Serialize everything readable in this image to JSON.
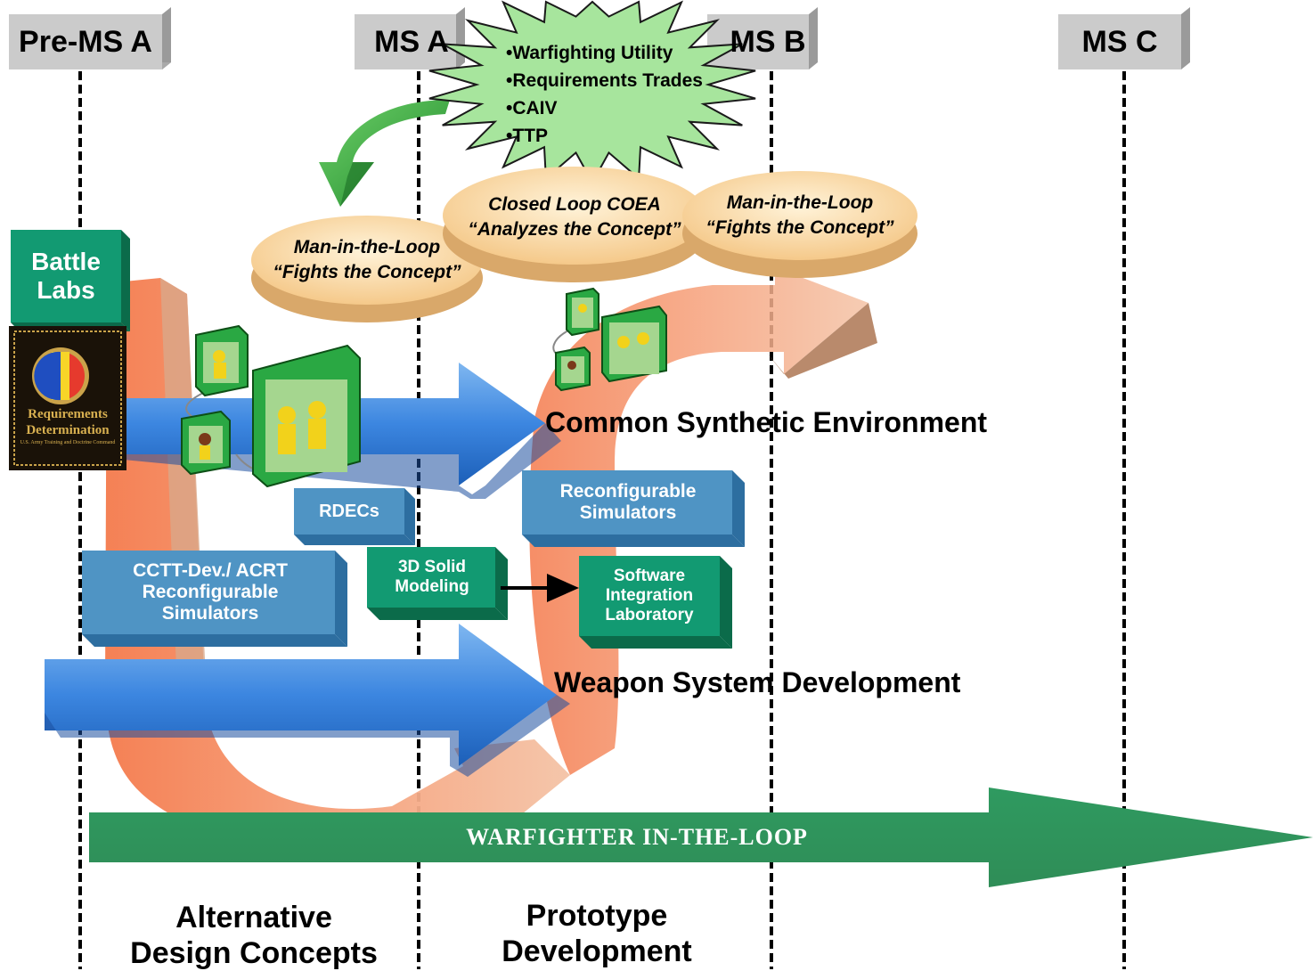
{
  "milestones": [
    {
      "label": "Pre-MS A"
    },
    {
      "label": "MS A"
    },
    {
      "label": "MS B"
    },
    {
      "label": "MS C"
    }
  ],
  "starburst": {
    "items": [
      "•Warfighting Utility",
      "•Requirements Trades",
      "•CAIV",
      "•TTP"
    ]
  },
  "ovals": [
    {
      "line1": "Man-in-the-Loop",
      "line2": "“Fights the Concept”"
    },
    {
      "line1": "Closed Loop COEA",
      "line2": "“Analyzes the Concept”"
    },
    {
      "line1": "Man-in-the-Loop",
      "line2": "“Fights the Concept”"
    }
  ],
  "battle_labs": {
    "title": "Battle Labs",
    "badge_line1": "Requirements",
    "badge_line2": "Determination",
    "badge_sub": "U.S. Army Training and Doctrine Command"
  },
  "boxes": {
    "rdecs": "RDECs",
    "reconfig": "Reconfigurable Simulators",
    "ccttdev": "CCTT-Dev./ ACRT Reconfigurable Simulators",
    "solid": "3D Solid Modeling",
    "sil": "Software Integration Laboratory"
  },
  "labels": {
    "cse": "Common Synthetic Environment",
    "wsd": "Weapon System Development",
    "warfighter": "WARFIGHTER IN-THE-LOOP",
    "phase1_l1": "Alternative",
    "phase1_l2": "Design Concepts",
    "phase2_l1": "Prototype",
    "phase2_l2": "Development"
  },
  "colors": {
    "loop": "#f08a5e",
    "blue_arrow": "#3a86e0",
    "steel_box": "#4f94c4",
    "teal_box": "#129a72",
    "green_arrow": "#3a9a5e",
    "starburst": "#a7e59d",
    "oval": "#fbd9a0",
    "ms_box": "#c8c8c8"
  }
}
